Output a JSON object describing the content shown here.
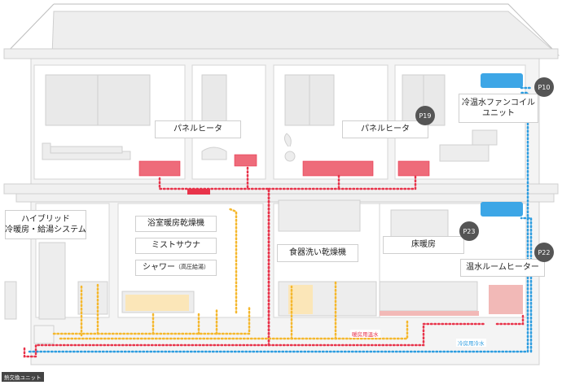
{
  "labels": {
    "panel_heater_1": "パネルヒータ",
    "panel_heater_2": "パネルヒータ",
    "fan_coil_line1": "冷温水ファンコイル",
    "fan_coil_line2": "ユニット",
    "hybrid_line1": "ハイブリッド",
    "hybrid_line2": "冷暖房・給湯システム",
    "bathroom_dryer": "浴室暖房乾燥機",
    "mist_sauna": "ミストサウナ",
    "shower": "シャワー",
    "shower_note": "（高圧給湯）",
    "dishwasher": "食器洗い乾燥機",
    "floor_heating": "床暖房",
    "room_heater": "温水ルームヒーター",
    "heating_water": "暖房用温水",
    "cooling_water": "冷房用冷水",
    "heat_exchange_unit": "熱交換ユニット"
  },
  "badges": {
    "p10": "P10",
    "p19": "P19",
    "p23": "P23",
    "p22": "P22"
  },
  "colors": {
    "heating_pipe": "#e8334a",
    "cooling_pipe": "#2d9de0",
    "hot_water_pipe": "#f5b82e",
    "radiator": "#ee6b7a",
    "floor_heater": "#f2b9b7",
    "house_line": "#bdbdbd",
    "badge": "#555555",
    "ac_unit": "#3da6e6"
  }
}
